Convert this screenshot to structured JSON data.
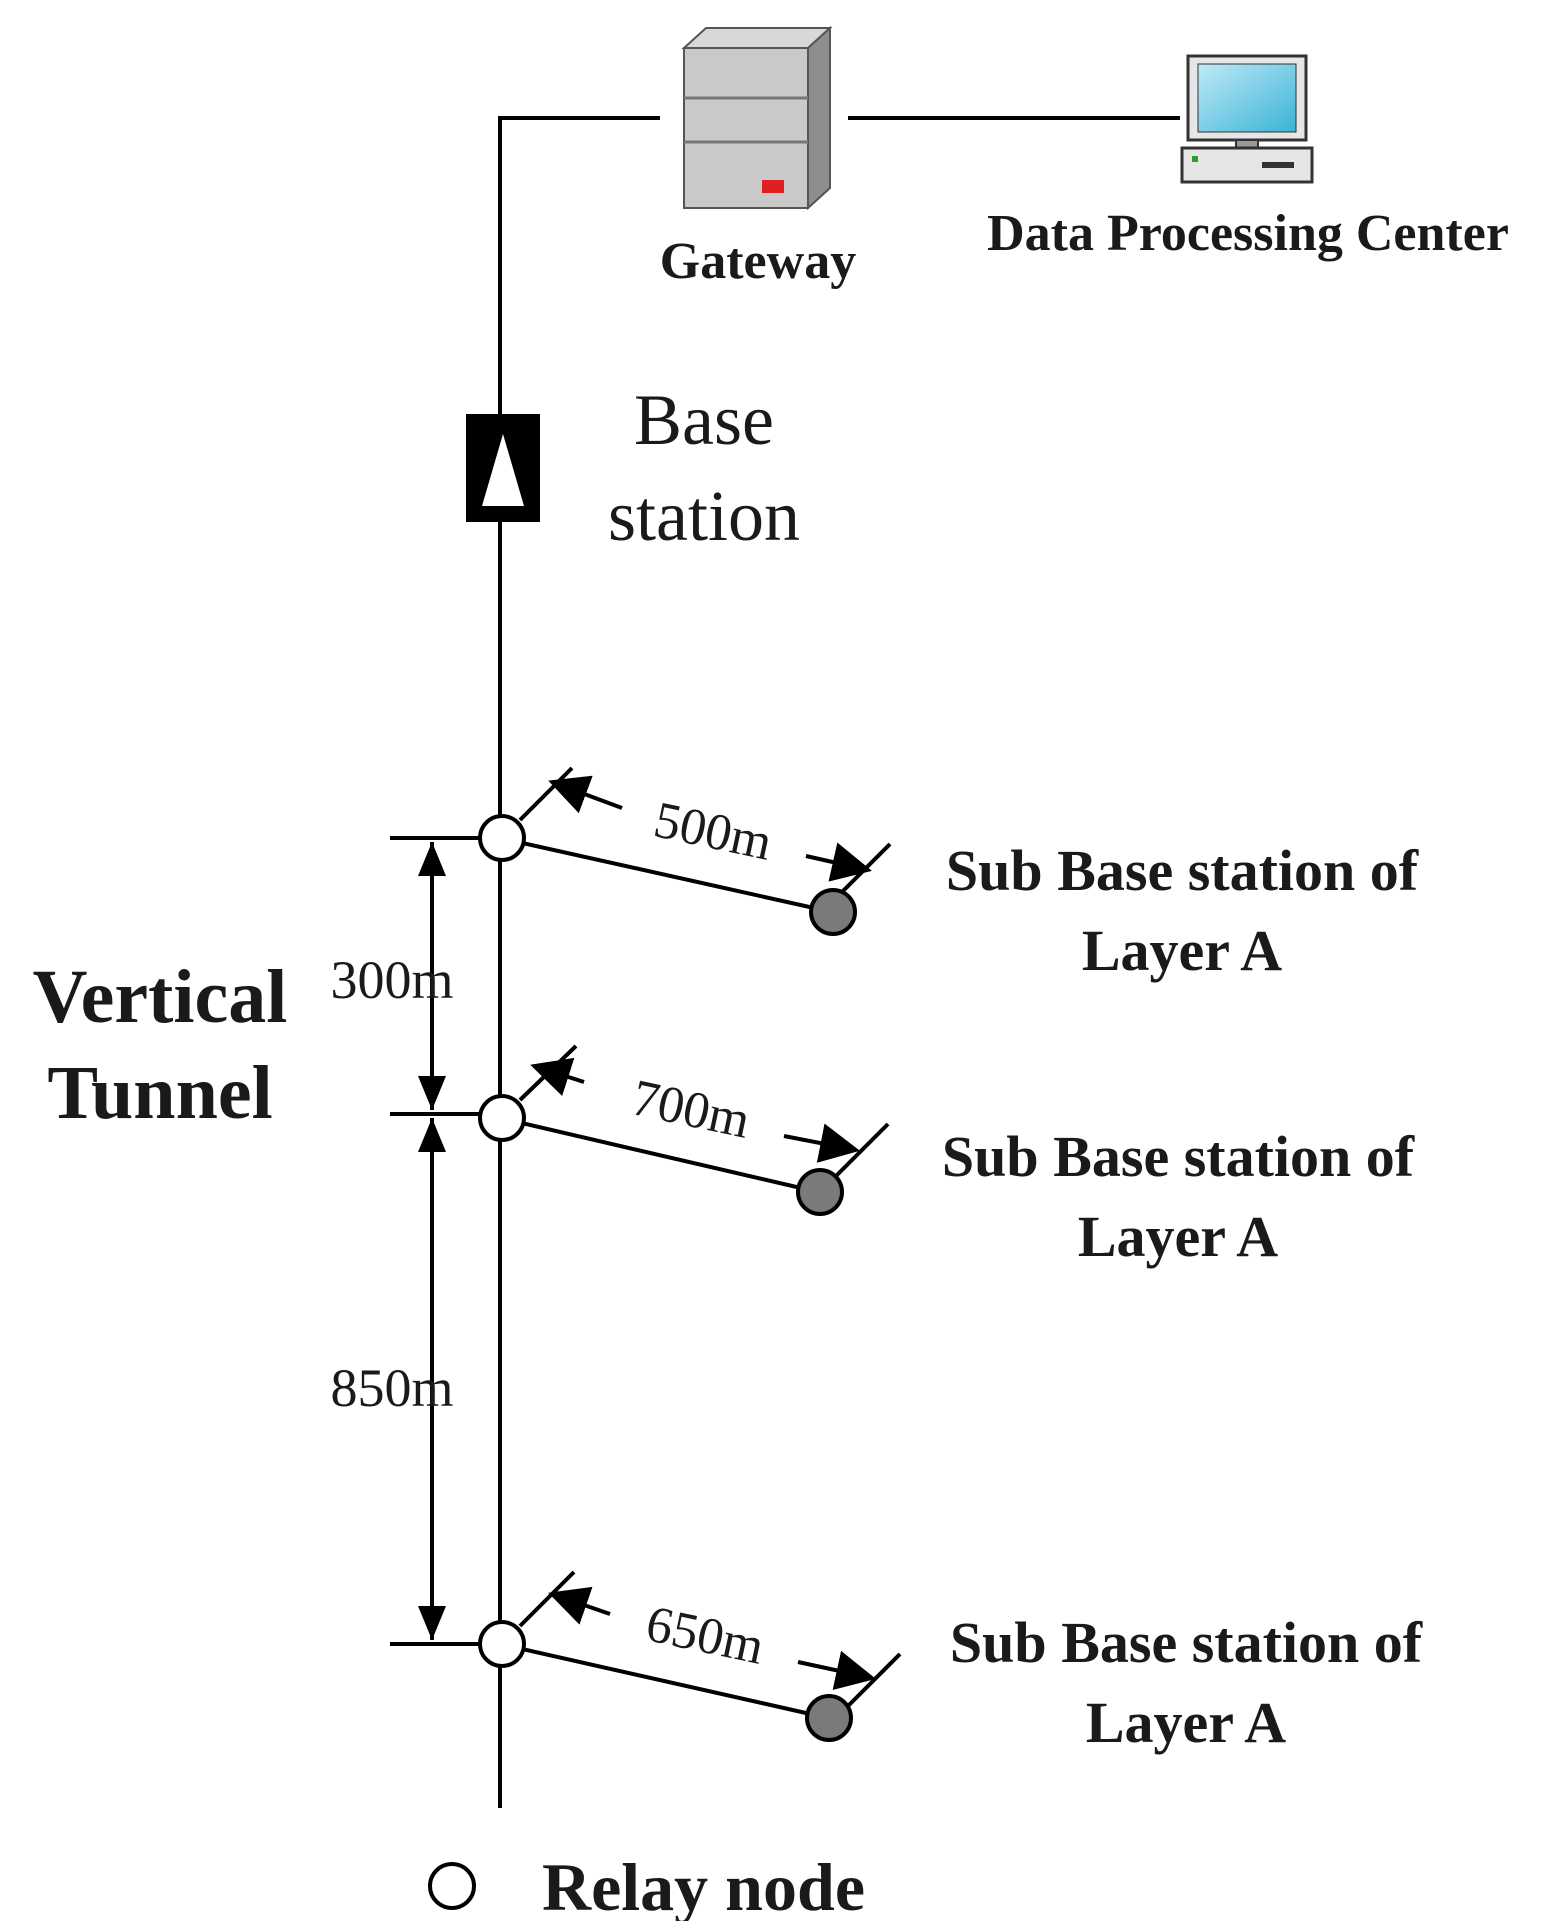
{
  "nodes": {
    "gateway": {
      "label": "Gateway"
    },
    "data_center": {
      "label": "Data Processing Center"
    },
    "base_station": {
      "label_line1": "Base",
      "label_line2": "station"
    },
    "tunnel": {
      "label_line1": "Vertical",
      "label_line2": "Tunnel"
    }
  },
  "vertical_distances": [
    "300m",
    "850m"
  ],
  "layers": [
    {
      "horizontal_distance": "500m",
      "label_line1": "Sub Base station of",
      "label_line2": "Layer A"
    },
    {
      "horizontal_distance": "700m",
      "label_line1": "Sub Base station of",
      "label_line2": "Layer A"
    },
    {
      "horizontal_distance": "650m",
      "label_line1": "Sub Base station of",
      "label_line2": "Layer A"
    }
  ],
  "legend": {
    "relay_node_label": "Relay node"
  },
  "colors": {
    "line": "#000000",
    "relay_node_fill": "#ffffff",
    "sub_station_fill": "#7a7a7a",
    "server_light": "#c9c9c9",
    "server_dark": "#8e8e8e",
    "server_led": "#e02020",
    "monitor_screen": "#5cc4de"
  }
}
